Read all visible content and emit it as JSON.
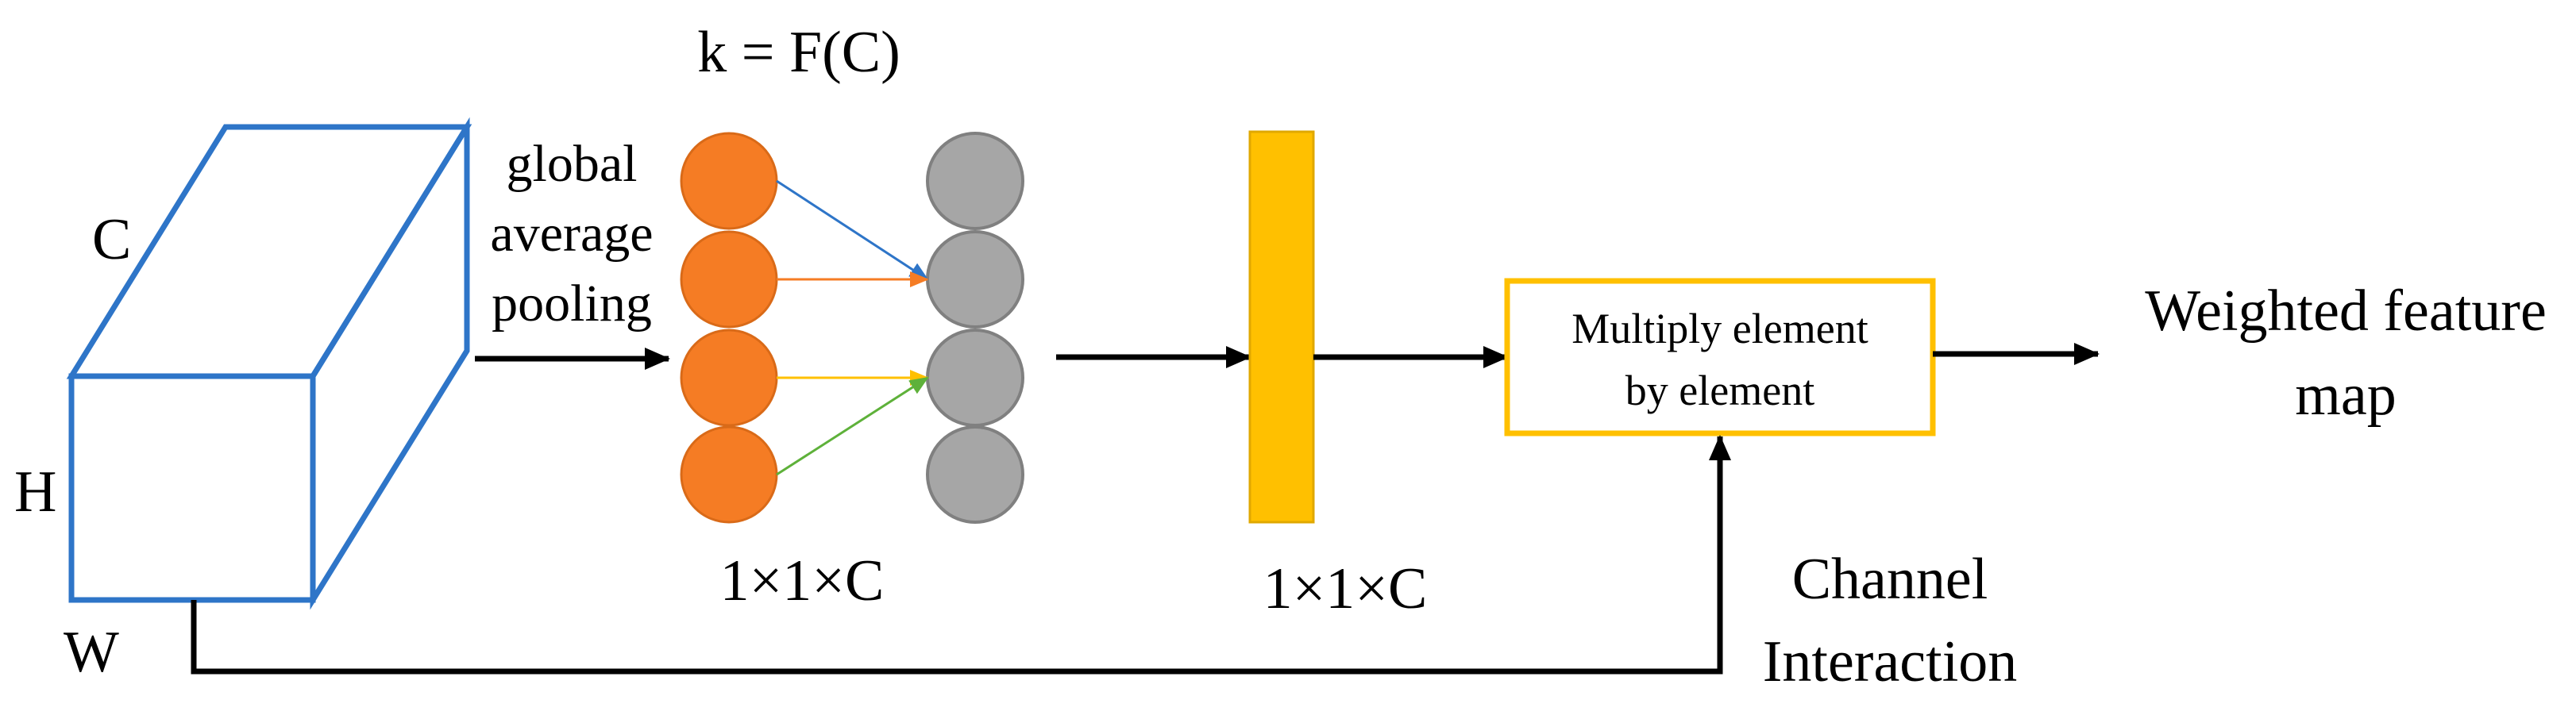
{
  "labels": {
    "formula": "k = F(C)",
    "pooling_line1": "global",
    "pooling_line2": "average",
    "pooling_line3": "pooling",
    "dim_c": "C",
    "dim_h": "H",
    "dim_w": "W",
    "shape_left": "1×1×C",
    "shape_right": "1×1×C",
    "multiply_line1": "Multiply element",
    "multiply_line2": "by element",
    "output_line1": "Weighted feature",
    "output_line2": "map",
    "channel_line1": "Channel",
    "channel_line2": "Interaction"
  },
  "colors": {
    "cube_stroke": "#2e75c8",
    "orange_node": "#f57c24",
    "gray_node": "#a6a6a6",
    "yellow_bar": "#ffc000",
    "multiply_box_border": "#ffc000",
    "arrow": "#000000",
    "link_blue": "#2e75c8",
    "link_orange": "#f57c24",
    "link_yellow": "#ffc000",
    "link_green": "#5eb13a"
  }
}
